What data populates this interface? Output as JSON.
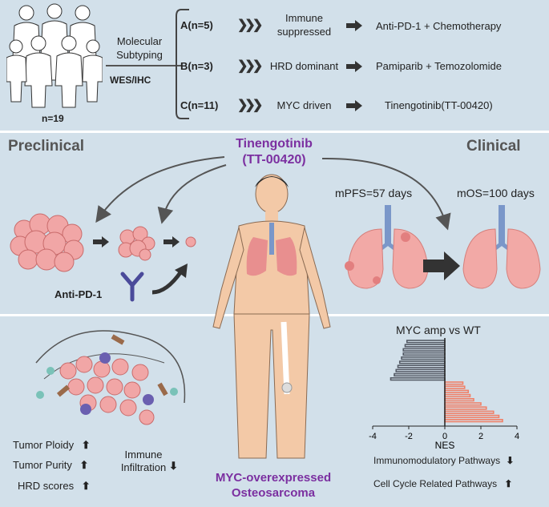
{
  "top": {
    "cohort_n": "n=19",
    "molecular_subtyping": "Molecular\nSubtyping",
    "method": "WES/IHC",
    "rows": [
      {
        "group": "A(n=5)",
        "subtype": "Immune\nsuppressed",
        "therapy": "Anti-PD-1 + Chemotherapy"
      },
      {
        "group": "B(n=3)",
        "subtype": "HRD dominant",
        "therapy": "Pamiparib + Temozolomide"
      },
      {
        "group": "C(n=11)",
        "subtype": "MYC driven",
        "therapy": "Tinengotinib(TT-00420)"
      }
    ]
  },
  "middle": {
    "preclinical": "Preclinical",
    "clinical": "Clinical",
    "drug_line1": "Tinengotinib",
    "drug_line2": "(TT-00420)",
    "anti_pd1": "Anti-PD-1",
    "mpfs": "mPFS=57 days",
    "mos": "mOS=100 days"
  },
  "bottom": {
    "features": [
      {
        "label": "Tumor Ploidy",
        "dir": "up"
      },
      {
        "label": "Tumor Purity",
        "dir": "up"
      },
      {
        "label": "HRD scores",
        "dir": "up"
      }
    ],
    "immune": {
      "label": "Immune\nInfiltration",
      "dir": "down"
    },
    "disease_line1": "MYC-overexpressed",
    "disease_line2": "Osteosarcoma",
    "pathways": [
      {
        "label": "Immunomodulatory Pathways",
        "dir": "down"
      },
      {
        "label": "Cell Cycle Related Pathways",
        "dir": "up"
      }
    ]
  },
  "chart_data": {
    "type": "bar",
    "title": "MYC amp vs WT",
    "xlabel": "NES",
    "xlim": [
      -4,
      4
    ],
    "xticks": [
      "-4",
      "-2",
      "0",
      "2",
      "4"
    ],
    "series": [
      {
        "name": "",
        "color": "#555b66",
        "values": [
          -2.1,
          -2.2,
          -2.3,
          -2.3,
          -2.4,
          -2.5,
          -2.6,
          -2.7,
          -2.8,
          -3.0
        ]
      },
      {
        "name": "",
        "color": "#f08068",
        "values": [
          1.0,
          1.1,
          1.3,
          1.4,
          1.6,
          2.0,
          2.3,
          2.7,
          3.0,
          3.2
        ]
      }
    ]
  }
}
